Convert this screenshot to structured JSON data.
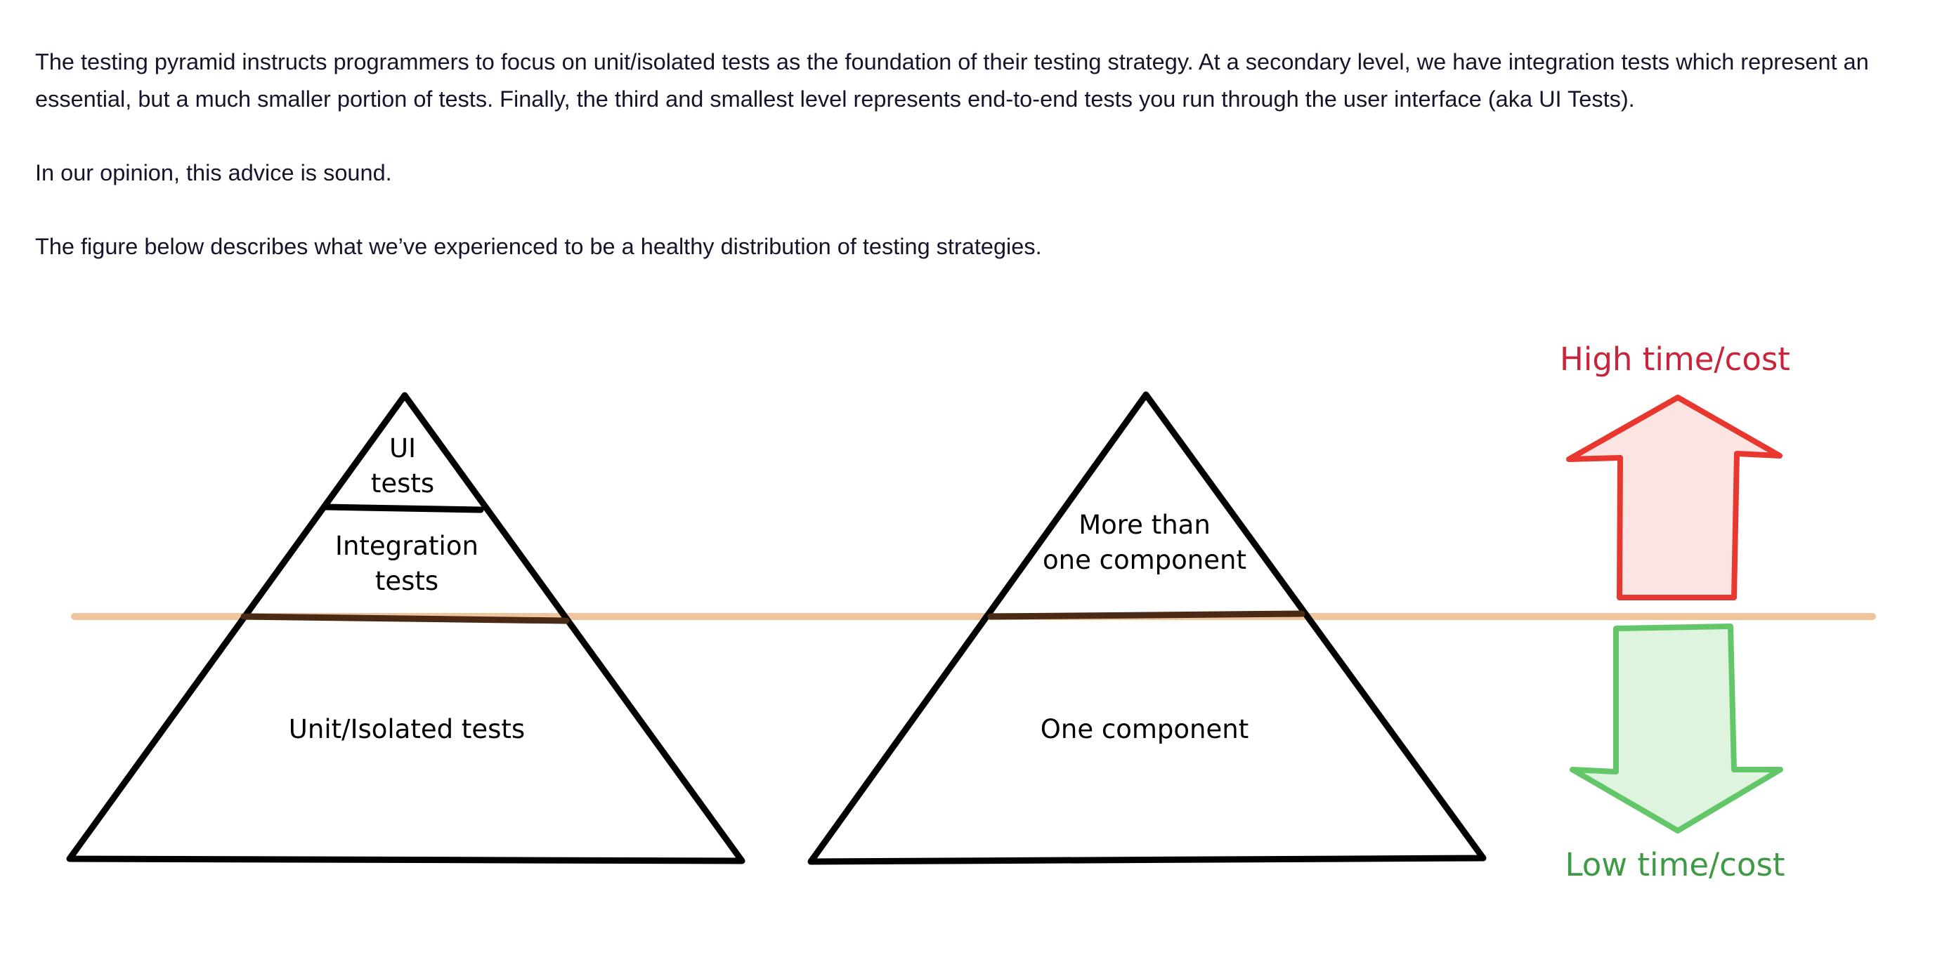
{
  "article": {
    "paragraphs": [
      "The testing pyramid instructs programmers to focus on unit/isolated tests as the foundation of their testing strategy. At a secondary level, we have integration tests which represent an essential, but a much smaller portion of tests. Finally, the third and smallest level represents end-to-end tests you run through the user interface (aka UI Tests).",
      "In our opinion, this advice is sound.",
      "The figure below describes what we’ve experienced to be a healthy distribution of testing strategies."
    ]
  },
  "figure": {
    "left_pyramid": {
      "top_line1": "UI",
      "top_line2": "tests",
      "middle_line1": "Integration",
      "middle_line2": "tests",
      "bottom": "Unit/Isolated tests"
    },
    "right_pyramid": {
      "top_line1": "More than",
      "top_line2": "one component",
      "bottom": "One component"
    },
    "high_label": "High time/cost",
    "low_label": "Low time/cost",
    "colors": {
      "divider": "#f2c49b",
      "high": "#e8372f",
      "high_fill": "#fbe4e2",
      "high_text": "#c8243a",
      "low": "#63c76a",
      "low_fill": "#dff4df",
      "low_text": "#3f9a45",
      "ink": "#000000"
    }
  }
}
